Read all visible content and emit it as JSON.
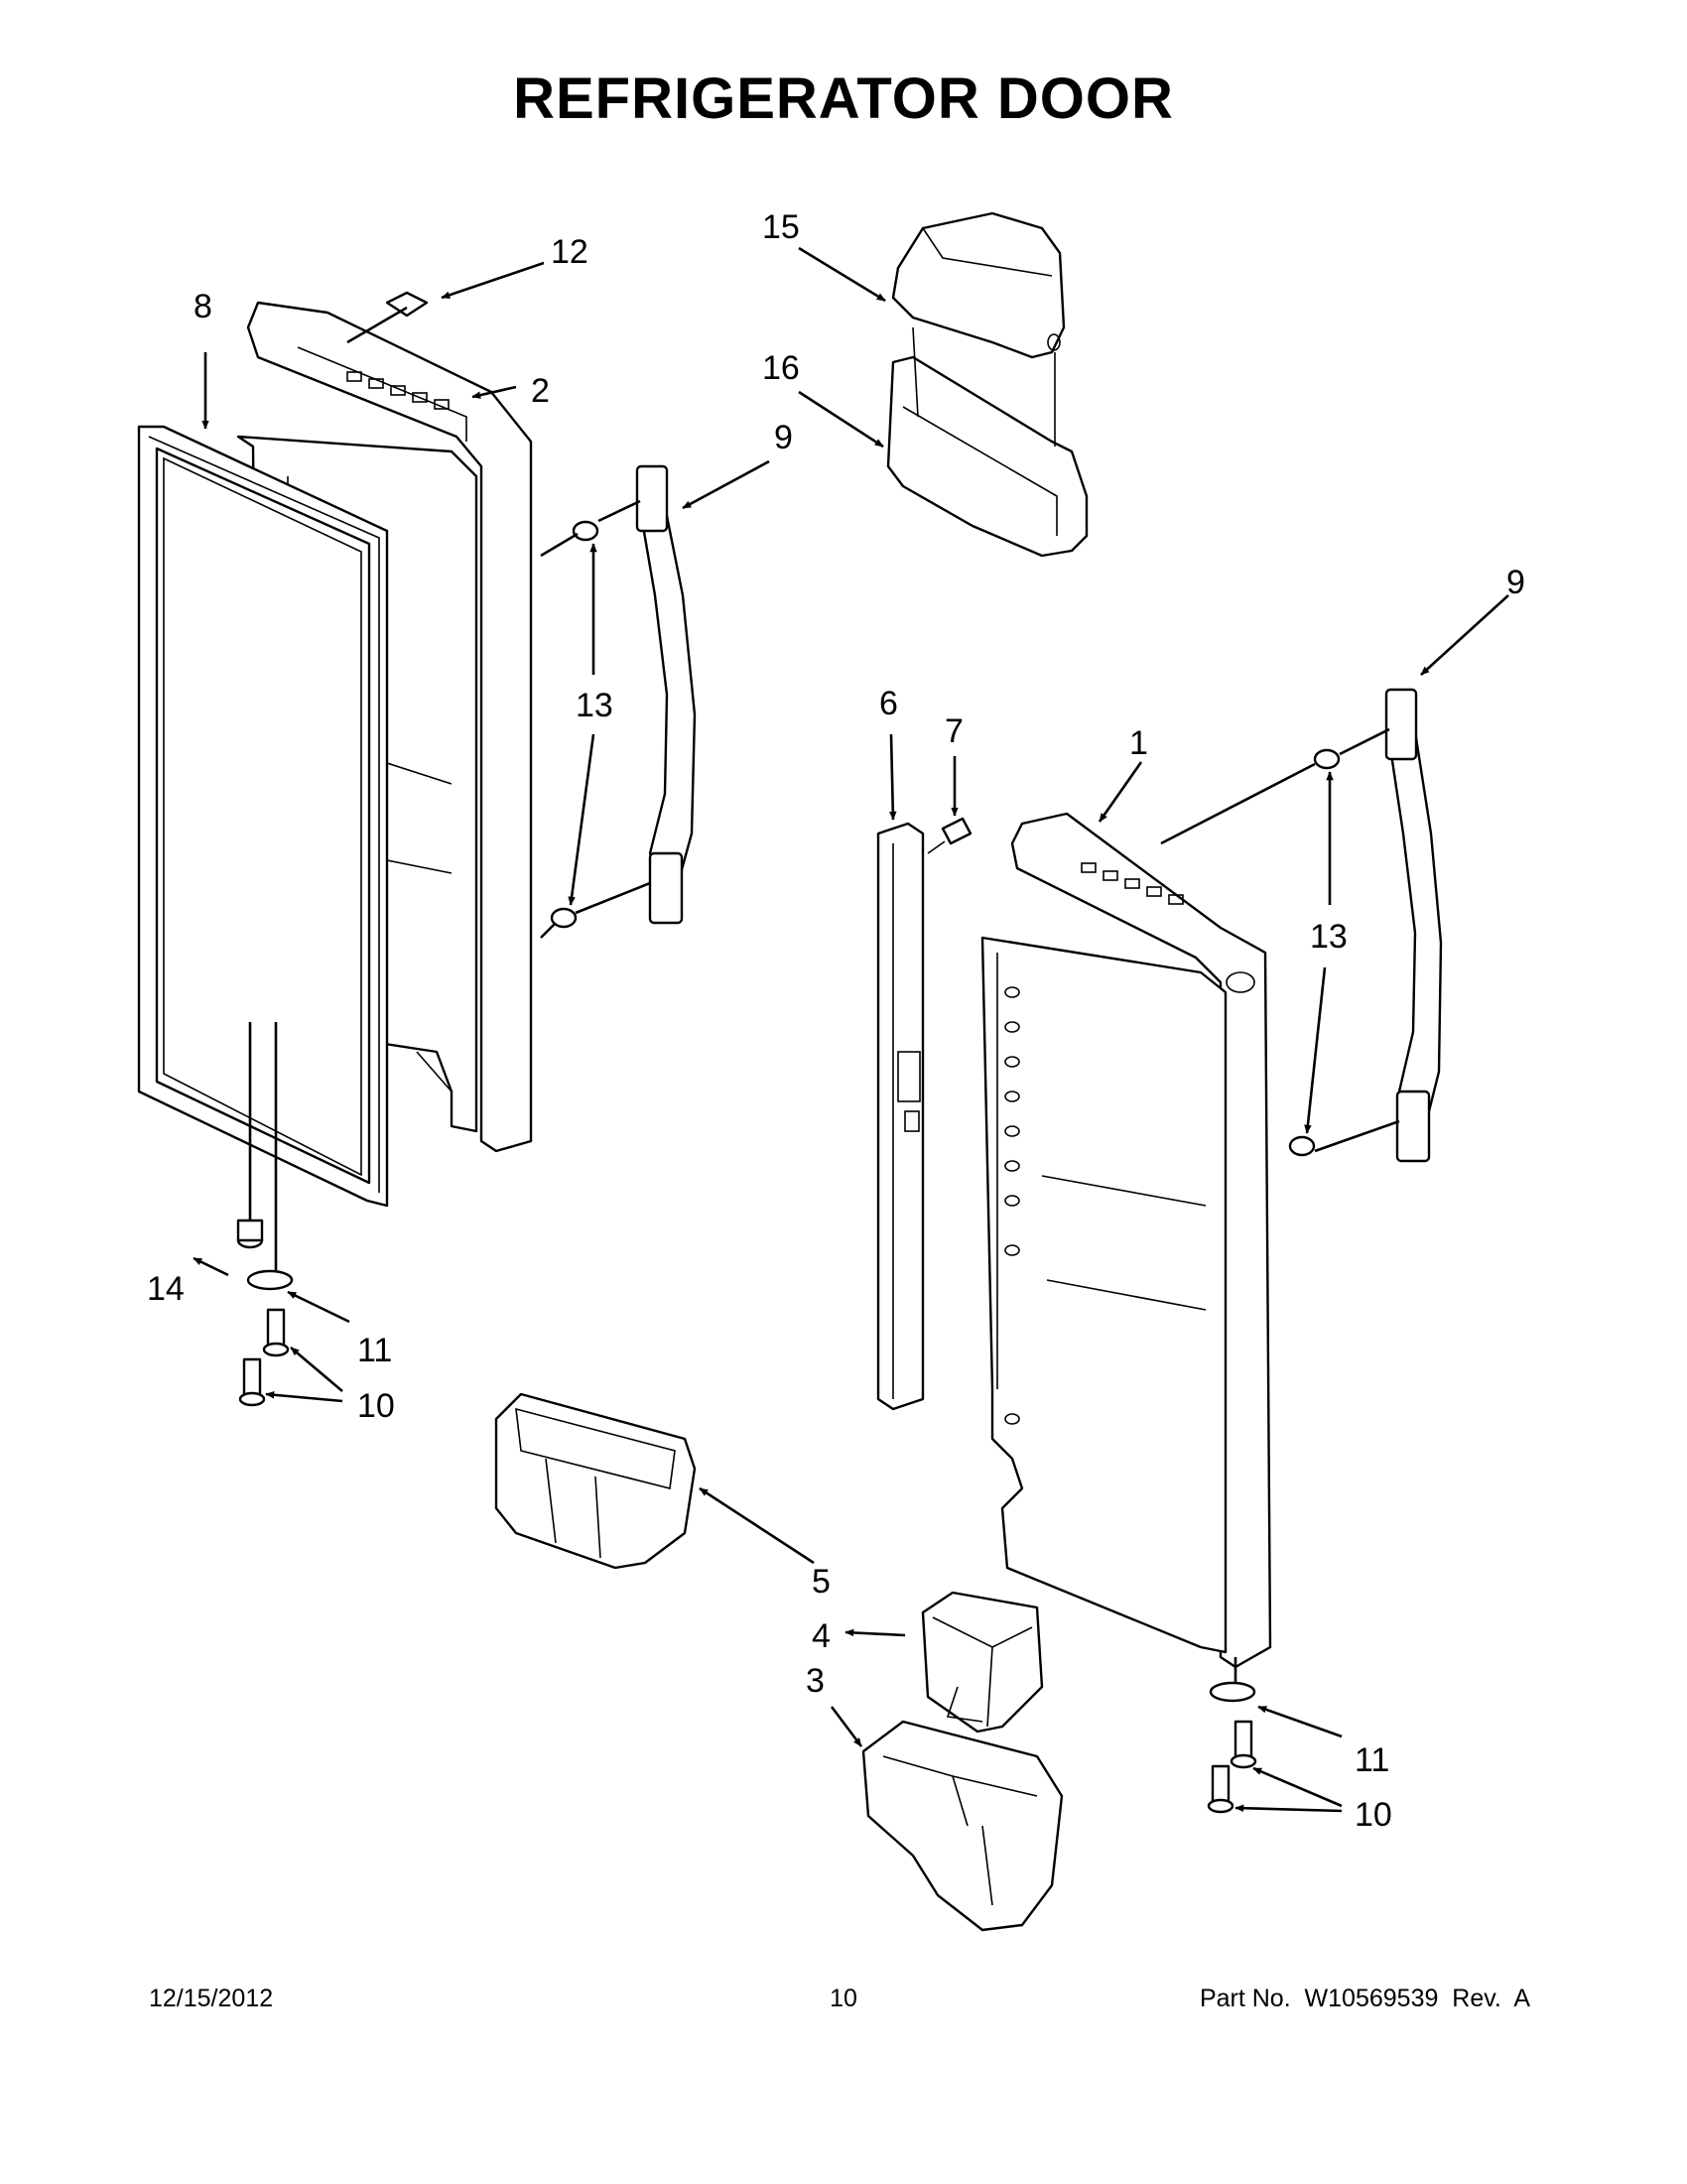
{
  "page": {
    "title": "REFRIGERATOR DOOR",
    "footer_date": "12/15/2012",
    "footer_page": "10",
    "footer_part": "Part No.  W10569539  Rev.  A"
  },
  "callouts": {
    "c1": "1",
    "c2": "2",
    "c3": "3",
    "c4": "4",
    "c5": "5",
    "c6": "6",
    "c7": "7",
    "c8": "8",
    "c9a": "9",
    "c9b": "9",
    "c10a": "10",
    "c10b": "10",
    "c11a": "11",
    "c11b": "11",
    "c12": "12",
    "c13a": "13",
    "c13b": "13",
    "c14": "14",
    "c15": "15",
    "c16": "16"
  }
}
